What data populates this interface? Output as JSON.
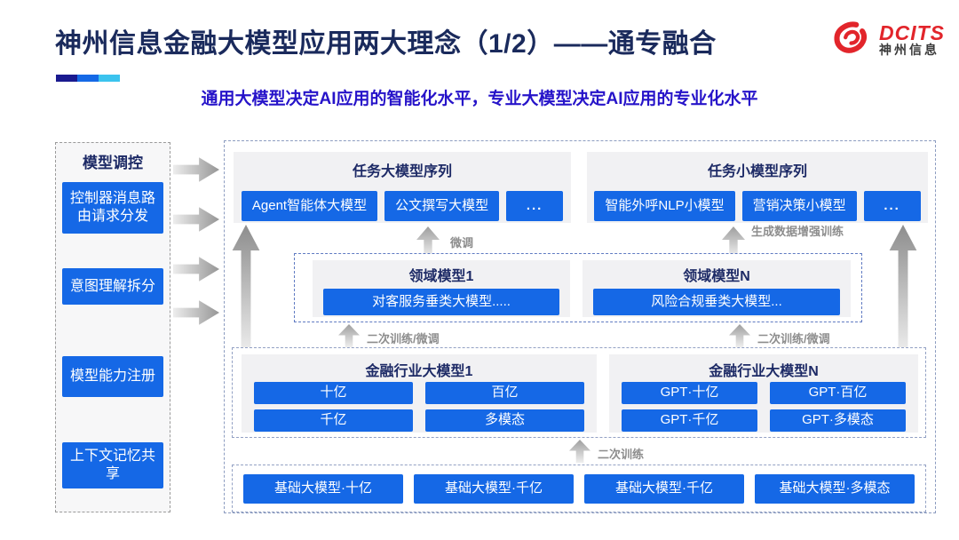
{
  "header": {
    "title": "神州信息金融大模型应用两大理念（1/2）——通专融合",
    "subtitle": "通用大模型决定AI应用的智能化水平，专业大模型决定AI应用的专业化水平",
    "accent_colors": [
      "#1a1a8f",
      "#1569e6",
      "#3bc3ee"
    ],
    "logo": {
      "brand": "DCITS",
      "brand_cn": "神州信息",
      "logo_red": "#e2252b"
    }
  },
  "sidebar": {
    "title": "模型调控",
    "items": [
      {
        "label": "控制器消息路由请求分发"
      },
      {
        "label": "意图理解拆分"
      },
      {
        "label": "模型能力注册"
      },
      {
        "label": "上下文记忆共享"
      }
    ]
  },
  "diagram": {
    "task_large": {
      "title": "任务大模型序列",
      "buttons": [
        "Agent智能体大模型",
        "公文撰写大模型",
        "..."
      ]
    },
    "task_small": {
      "title": "任务小模型序列",
      "buttons": [
        "智能外呼NLP小模型",
        "营销决策小模型",
        "..."
      ]
    },
    "labels": {
      "fine_tune": "微调",
      "gen_data_train": "生成数据增强训练",
      "secondary_ft_left": "二次训练/微调",
      "secondary_ft_right": "二次训练/微调",
      "secondary_train": "二次训练"
    },
    "domain_1": {
      "title": "领域模型1",
      "button": "对客服务垂类大模型....."
    },
    "domain_n": {
      "title": "领域模型N",
      "button": "风险合规垂类大模型..."
    },
    "industry_1": {
      "title": "金融行业大模型1",
      "buttons": [
        "十亿",
        "百亿",
        "千亿",
        "多模态"
      ]
    },
    "industry_n": {
      "title": "金融行业大模型N",
      "buttons": [
        "GPT·十亿",
        "GPT·百亿",
        "GPT·千亿",
        "GPT·多模态"
      ]
    },
    "base": {
      "buttons": [
        "基础大模型·十亿",
        "基础大模型·千亿",
        "基础大模型·千亿",
        "基础大模型·多模态"
      ]
    }
  },
  "colors": {
    "button_blue": "#1568e6",
    "header_navy": "#1d2a66",
    "title_navy": "#1a2a5c",
    "subtitle_blue": "#2613c9",
    "arrow_gray": "#8d8d8d"
  }
}
